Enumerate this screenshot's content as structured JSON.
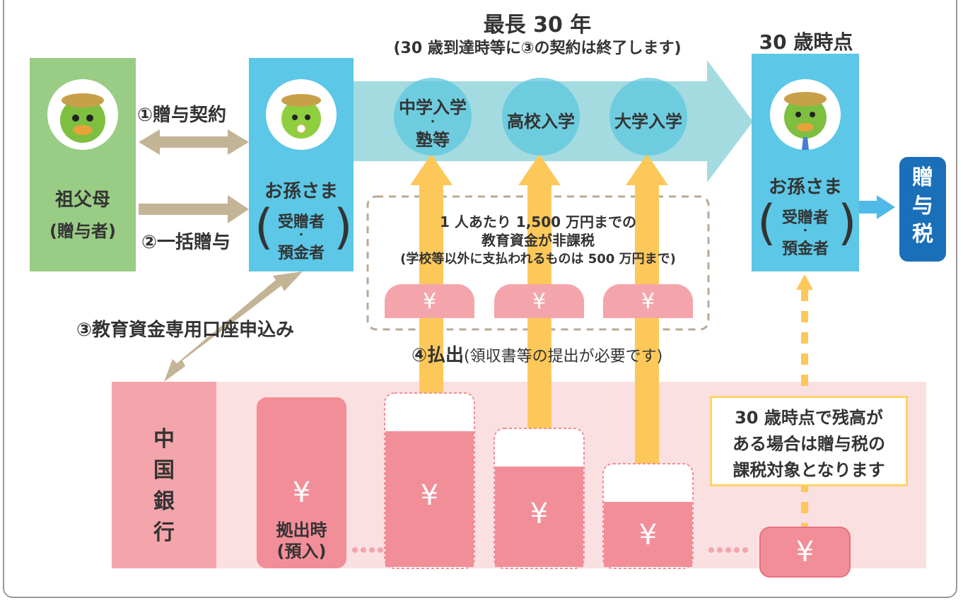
{
  "header": {
    "cutoff": ""
  },
  "period": {
    "title": "最長 30 年",
    "note": "(30 歳到達時等に③の契約は終了します)"
  },
  "age30": {
    "title": "30 歳時点"
  },
  "grandparent": {
    "label": "祖父母",
    "role": "(贈与者)"
  },
  "grandchild": {
    "label": "お孫さま",
    "recipient": "受贈者",
    "dot": "・",
    "depositor": "預金者"
  },
  "gift_tax": {
    "label": "贈与税"
  },
  "steps": {
    "contract": "①贈与契約",
    "lump_gift": "②一括贈与",
    "application": "③教育資金専用口座申込み",
    "withdraw_main": "④払出",
    "withdraw_note": "(領収書等の提出が必要です)"
  },
  "milestones": [
    {
      "line1": "中学入学",
      "dot": "・",
      "line2": "塾等"
    },
    {
      "line1": "高校入学"
    },
    {
      "line1": "大学入学"
    }
  ],
  "tax_free": {
    "line1": "1 人あたり 1,500 万円までの",
    "line2": "教育資金が非課税",
    "line3": "(学校等以外に支払われるものは 500 万円まで)"
  },
  "currency": {
    "yen": "¥"
  },
  "bank": {
    "name": "中国銀行",
    "deposit_label": "拠出時",
    "deposit_sub": "(預入)"
  },
  "note": {
    "line1": "30 歳時点で残高が",
    "line2": "ある場合は贈与税の",
    "line3": "課税対象となります"
  }
}
